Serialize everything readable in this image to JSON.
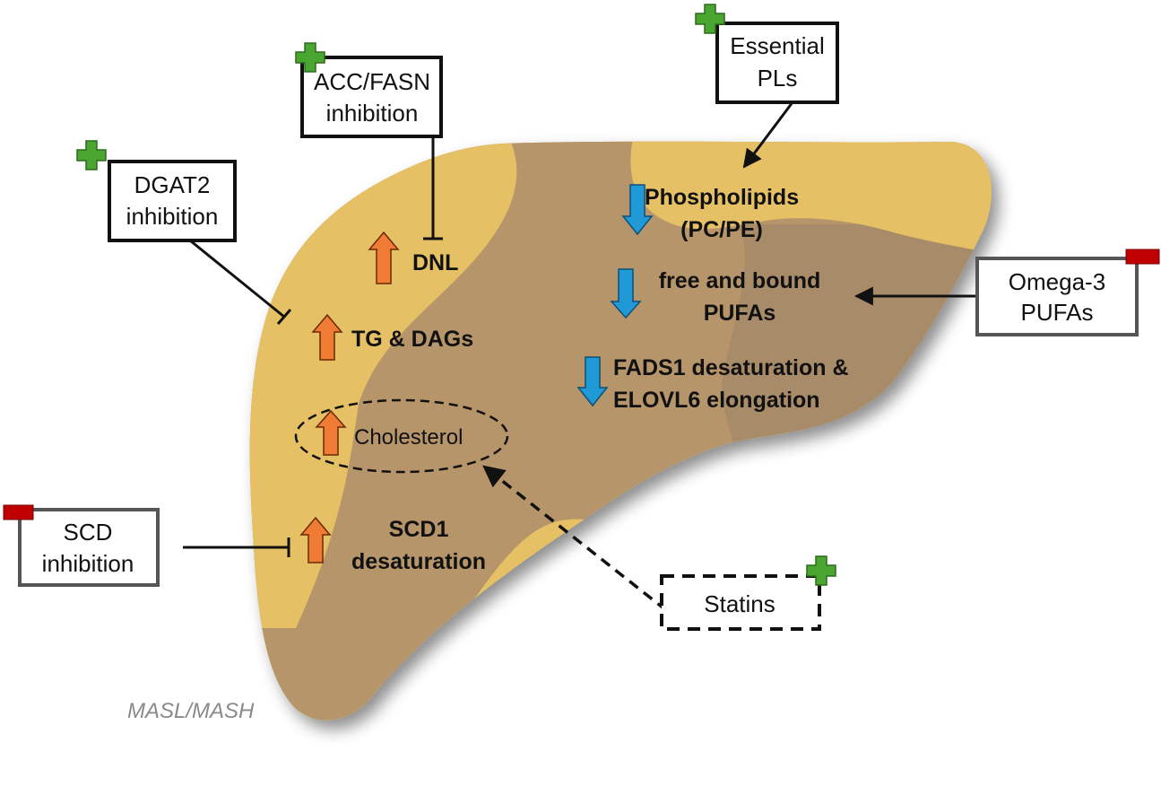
{
  "diagram": {
    "title_caption": "MASL/MASH",
    "colors": {
      "liver_light": "#e6c065",
      "liver_dark": "#b6956a",
      "liver_darker": "#a88b68",
      "up_arrow": "#ef7b35",
      "down_arrow": "#1f9ad6",
      "plus": "#4aa630",
      "minus": "#c00000"
    },
    "interventions": [
      {
        "id": "acc-fasn",
        "lines": [
          "ACC/FASN",
          "inhibition"
        ],
        "effect": "beneficial",
        "target": "DNL",
        "link": "inhibit"
      },
      {
        "id": "dgat2",
        "lines": [
          "DGAT2",
          "inhibition"
        ],
        "effect": "beneficial",
        "target": "TG & DAGs",
        "link": "inhibit"
      },
      {
        "id": "essential-pls",
        "lines": [
          "Essential",
          "PLs"
        ],
        "effect": "beneficial",
        "target": "Phospholipids (PC/PE)",
        "link": "activate"
      },
      {
        "id": "omega3",
        "lines": [
          "Omega-3",
          "PUFAs"
        ],
        "effect": "detrimental",
        "target": "free and bound PUFAs",
        "link": "activate"
      },
      {
        "id": "scd",
        "lines": [
          "SCD",
          "inhibition"
        ],
        "effect": "detrimental",
        "target": "SCD1 desaturation",
        "link": "inhibit"
      },
      {
        "id": "statins",
        "lines": [
          "Statins"
        ],
        "effect": "beneficial",
        "target": "Cholesterol",
        "link": "activate-dashed"
      }
    ],
    "changes": [
      {
        "id": "dnl",
        "lines": [
          "DNL"
        ],
        "direction": "up"
      },
      {
        "id": "tg-dags",
        "lines": [
          "TG & DAGs"
        ],
        "direction": "up"
      },
      {
        "id": "cholesterol",
        "lines": [
          "Cholesterol"
        ],
        "direction": "up"
      },
      {
        "id": "scd1",
        "lines": [
          "SCD1",
          "desaturation"
        ],
        "direction": "up"
      },
      {
        "id": "phospholipids",
        "lines": [
          "Phospholipids",
          "(PC/PE)"
        ],
        "direction": "down"
      },
      {
        "id": "pufas",
        "lines": [
          "free and bound",
          "PUFAs"
        ],
        "direction": "down"
      },
      {
        "id": "fads1",
        "lines": [
          "FADS1 desaturation &",
          "ELOVL6 elongation"
        ],
        "direction": "down"
      }
    ]
  }
}
